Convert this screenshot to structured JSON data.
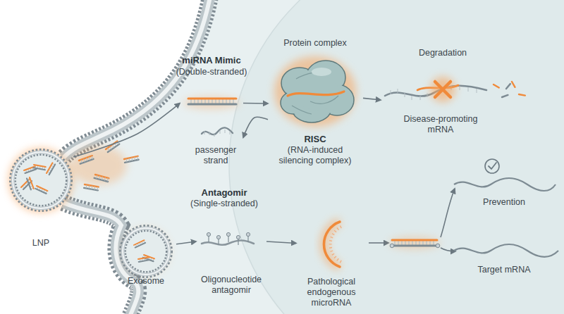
{
  "diagram": {
    "nodes": [
      {
        "text": [
          "LNP"
        ]
      },
      {
        "text": [
          "Exosome"
        ]
      },
      {
        "text": [
          "miRNA Mimic",
          "(Double-stranded)"
        ]
      },
      {
        "text": [
          "passenger strand"
        ]
      },
      {
        "text": [
          "Protein complex",
          "RISC",
          "(RNA-induced silencing complex)"
        ]
      },
      {
        "text": [
          "Degradation",
          "Disease-promoting mRNA"
        ]
      },
      {
        "text": [
          "Antagomir",
          "(Single-stranded)",
          "Oligonucleotide antagomir"
        ]
      },
      {
        "text": [
          "Pathological endogenous microRNA"
        ]
      },
      {
        "text": [
          "Prevention"
        ]
      },
      {
        "text": [
          "Target mRNA"
        ]
      }
    ],
    "edges": [
      {
        "from": 0,
        "to": 2,
        "arrow": "to"
      },
      {
        "from": 2,
        "to": 4,
        "arrow": "to"
      },
      {
        "from": 4,
        "to": 3,
        "arrow": "to"
      },
      {
        "from": 4,
        "to": 5,
        "arrow": "to"
      },
      {
        "from": 1,
        "to": 6,
        "arrow": "to"
      },
      {
        "from": 6,
        "to": 7,
        "arrow": "to"
      }
    ]
  }
}
